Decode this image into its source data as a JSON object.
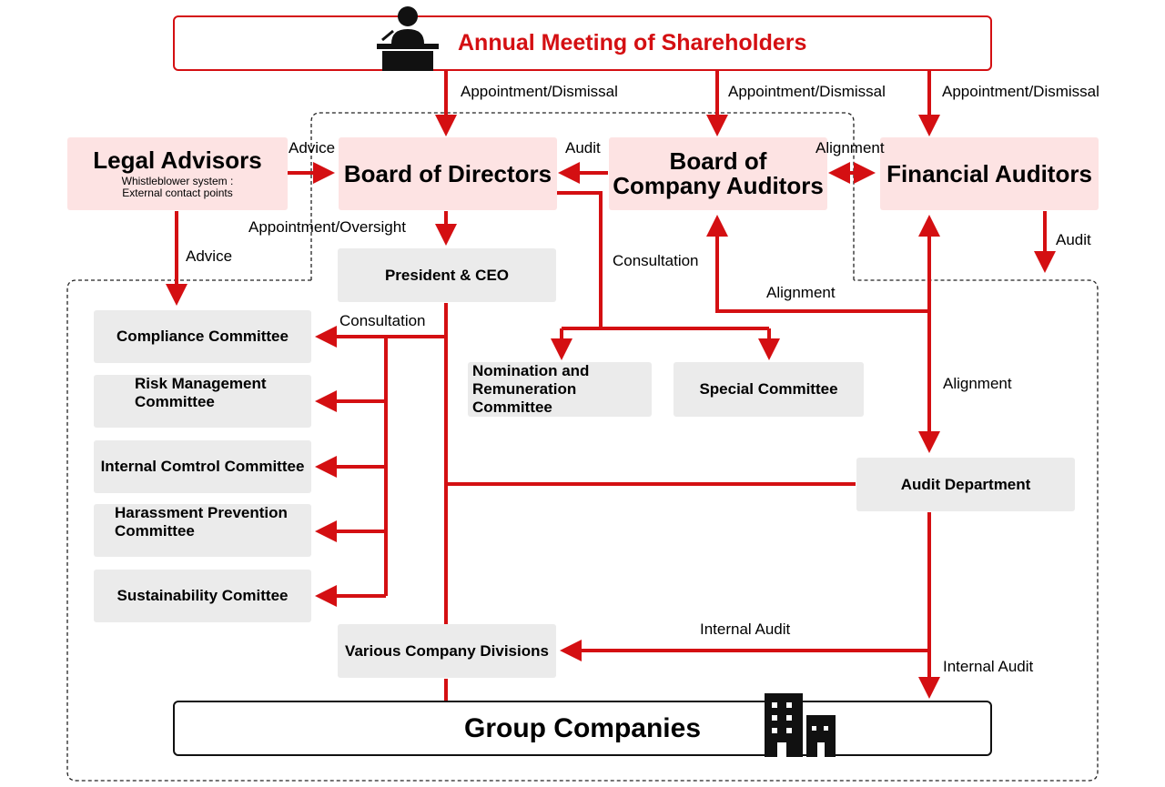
{
  "colors": {
    "line": "#d40f12",
    "box_grey": "#ebebeb",
    "box_pink": "#fde3e3",
    "title_red": "#d40f12",
    "icon": "#111111"
  },
  "icons": {
    "shareholders": "speaker-at-podium-icon",
    "group": "office-buildings-icon"
  },
  "nodes": {
    "shareholders": "Annual Meeting of Shareholders",
    "legal_title": "Legal Advisors",
    "legal_sub1": "Whistleblower system :",
    "legal_sub2": "External contact points",
    "board_directors": "Board of Directors",
    "board_auditors_1": "Board of",
    "board_auditors_2": "Company Auditors",
    "financial_auditors": "Financial Auditors",
    "president": "President & CEO",
    "compliance": "Compliance Committee",
    "risk_1": "Risk Management",
    "risk_2": "Committee",
    "internal_control": "Internal Comtrol Committee",
    "harassment_1": "Harassment Prevention",
    "harassment_2": "Committee",
    "sustainability": "Sustainability Comittee",
    "nomination_1": "Nomination and",
    "nomination_2": "Remuneration Committee",
    "special": "Special Committee",
    "audit_department": "Audit Department",
    "divisions": "Various Company Divisions",
    "group": "Group Companies"
  },
  "labels": {
    "appoint_1": "Appointment/Dismissal",
    "appoint_2": "Appointment/Dismissal",
    "appoint_3": "Appointment/Dismissal",
    "advice_right": "Advice",
    "audit_left": "Audit",
    "alignment_top": "Alignment",
    "appointment_oversight": "Appointment/Oversight",
    "advice_down": "Advice",
    "consultation_right": "Consultation",
    "audit_down": "Audit",
    "alignment_mid": "Alignment",
    "consultation_left": "Consultation",
    "alignment_right": "Alignment",
    "internal_audit_left": "Internal Audit",
    "internal_audit_down": "Internal Audit"
  }
}
